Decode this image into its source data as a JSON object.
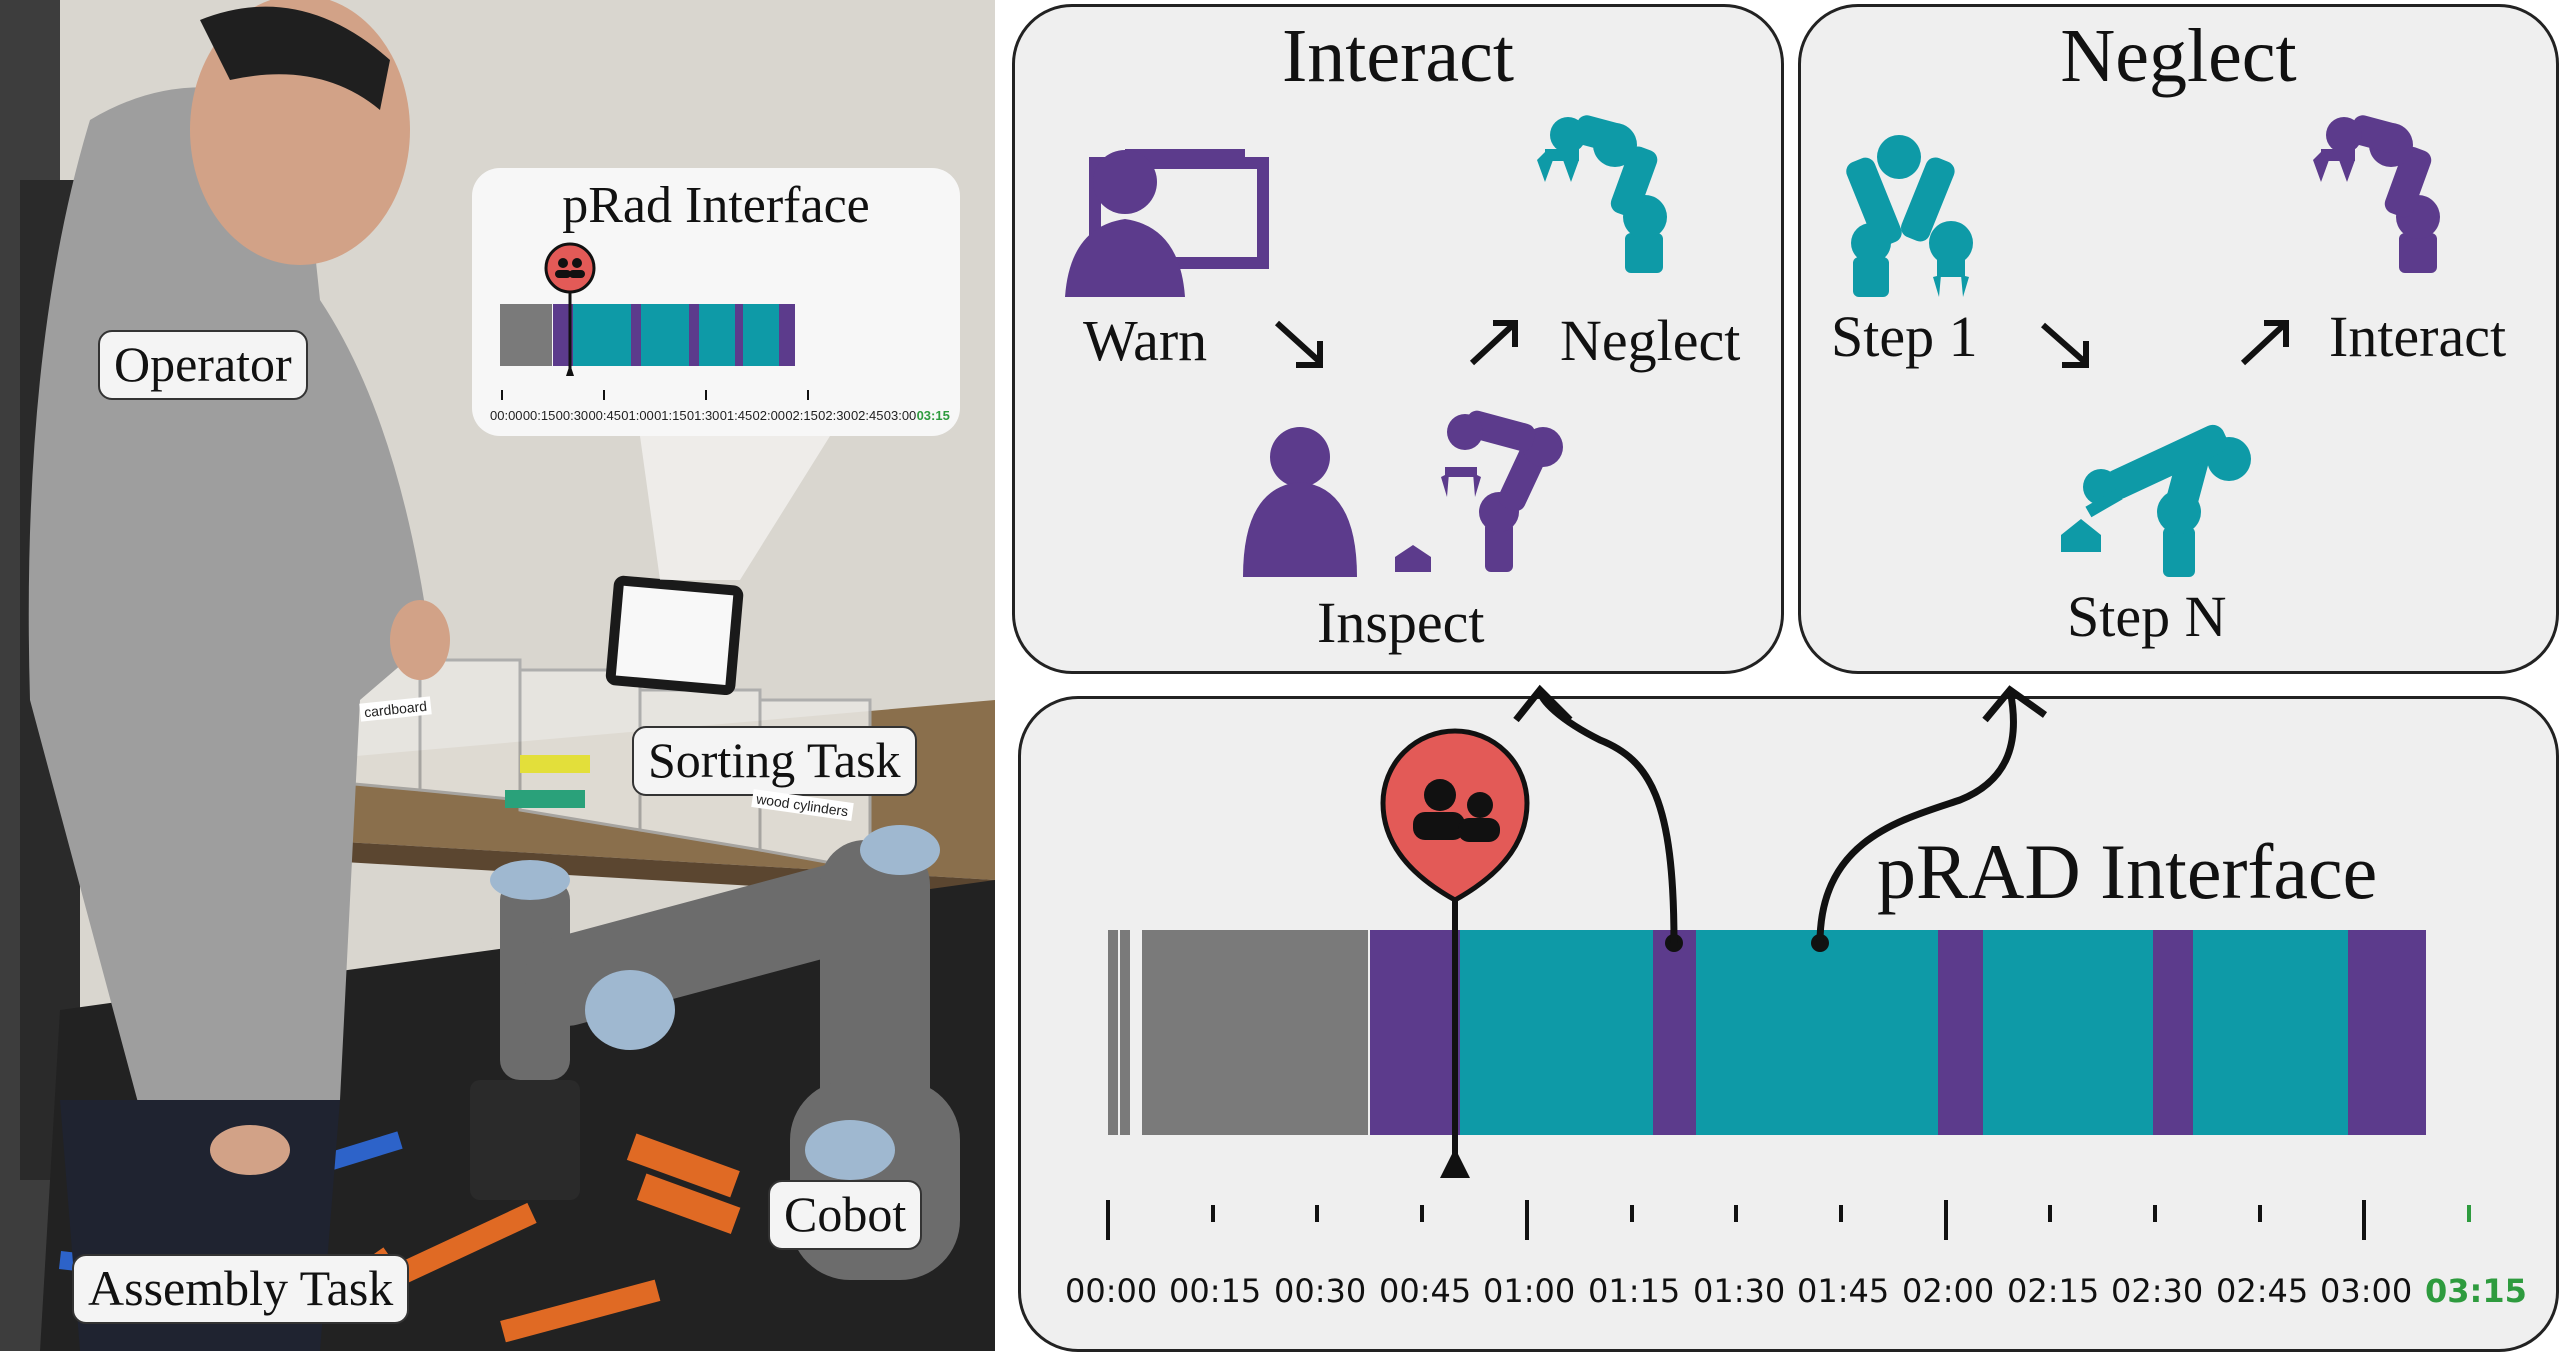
{
  "photo": {
    "labels": {
      "operator": "Operator",
      "sorting_task": "Sorting Task",
      "cobot": "Cobot",
      "assembly_task": "Assembly Task"
    },
    "bin_labels": [
      "cardboard",
      "wood cylinders"
    ],
    "mini_interface": {
      "title": "pRad Interface",
      "ticks": [
        "00:00",
        "00:15",
        "00:30",
        "00:45",
        "01:00",
        "01:15",
        "01:30",
        "01:45",
        "02:00",
        "02:15",
        "02:30",
        "02:45",
        "03:00",
        "03:15"
      ]
    }
  },
  "interact_panel": {
    "title": "Interact",
    "labels": {
      "warn": "Warn",
      "neglect": "Neglect",
      "inspect": "Inspect"
    }
  },
  "neglect_panel": {
    "title": "Neglect",
    "labels": {
      "step1": "Step 1",
      "interact": "Interact",
      "stepn": "Step N"
    }
  },
  "prad_panel": {
    "title": "pRAD Interface",
    "ticks": [
      "00:00",
      "00:15",
      "00:30",
      "00:45",
      "01:00",
      "01:15",
      "01:30",
      "01:45",
      "02:00",
      "02:15",
      "02:30",
      "02:45",
      "03:00",
      "03:15"
    ],
    "current_tick_color": "#2e9b3e"
  },
  "colors": {
    "purple": "#5c3b8c",
    "teal": "#0e9aa7",
    "gray": "#7a7a7a",
    "alert_red": "#e35a57"
  },
  "icons": [
    "person-icon",
    "robot-arm-icon",
    "warning-person-icon",
    "arrow-icon"
  ]
}
